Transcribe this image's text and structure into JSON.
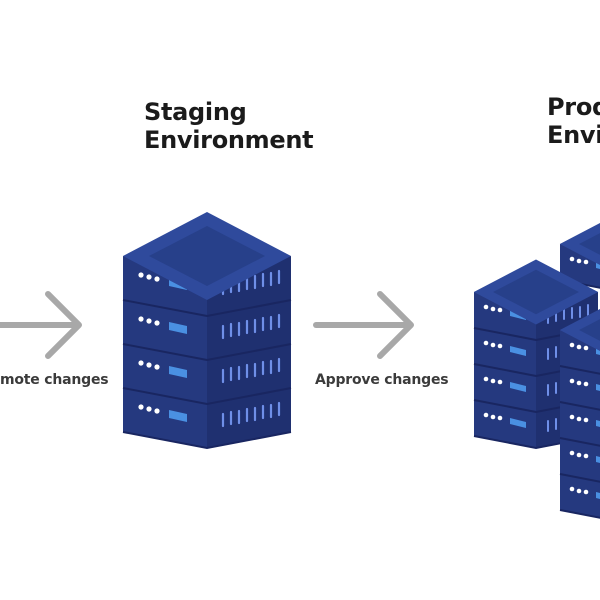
{
  "stages": [
    {
      "id": "staging",
      "title_line1": "Staging",
      "title_line2": "Environment"
    },
    {
      "id": "production",
      "title_line1": "Prod",
      "title_line2": "Envi"
    }
  ],
  "arrows": [
    {
      "id": "promote",
      "label": "mote changes"
    },
    {
      "id": "approve",
      "label": "Approve changes"
    }
  ],
  "colors": {
    "server_top": "#2f4a9c",
    "server_top_inset": "#27408a",
    "server_front": "#25397f",
    "server_side": "#1f3070",
    "server_seam": "#192661",
    "led": "#ffffff",
    "display": "#4a90e2",
    "vents": "#6f8fe8",
    "arrow": "#a8a8a8",
    "text": "#1b1b1b"
  }
}
